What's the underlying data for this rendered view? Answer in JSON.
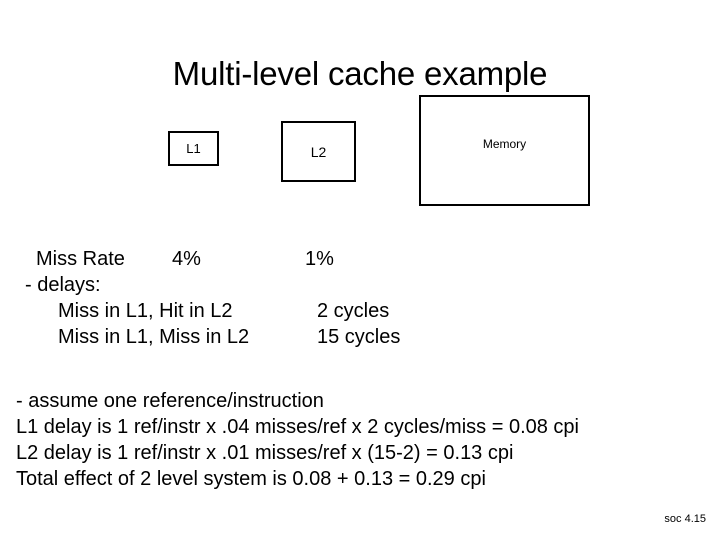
{
  "slide": {
    "title": "Multi-level cache example",
    "footer": "soc 4.15",
    "background_color": "#ffffff",
    "text_color": "#000000",
    "border_color": "#000000"
  },
  "diagram": {
    "boxes": [
      {
        "name": "l1",
        "label": "L1"
      },
      {
        "name": "l2",
        "label": "L2"
      },
      {
        "name": "memory",
        "label": "Memory"
      }
    ]
  },
  "stats": {
    "miss_rate_label": "Miss Rate",
    "miss_rate_l1": "4%",
    "miss_rate_l2": "1%",
    "delays_label": "- delays:",
    "delay_rows": [
      {
        "condition": "Miss in L1, Hit in L2",
        "cost": "2 cycles"
      },
      {
        "condition": "Miss in L1, Miss in L2",
        "cost": "15 cycles"
      }
    ]
  },
  "explanation": {
    "lines": [
      "- assume one reference/instruction",
      "L1 delay is 1 ref/instr x .04 misses/ref x 2 cycles/miss = 0.08 cpi",
      "L2 delay is 1 ref/instr x .01 misses/ref x (15-2) = 0.13 cpi",
      "Total effect of 2 level system is 0.08 + 0.13 = 0.29 cpi"
    ]
  }
}
